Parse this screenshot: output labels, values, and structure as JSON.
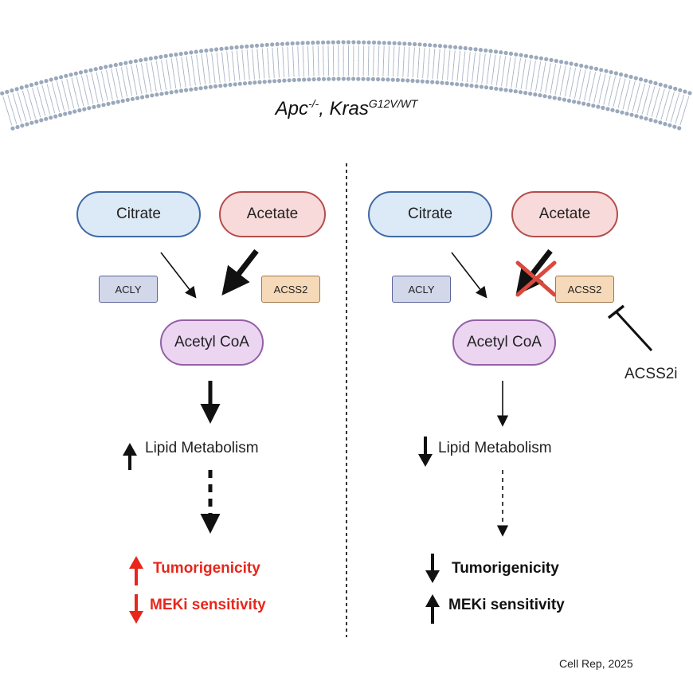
{
  "title": {
    "genotype_apc": "Apc",
    "apc_superscript": "-/-",
    "separator": ", ",
    "genotype_kras": "Kras",
    "kras_superscript": "G12V/WT"
  },
  "left_panel": {
    "citrate": "Citrate",
    "acetate": "Acetate",
    "acly": "ACLY",
    "acss2": "ACSS2",
    "acetyl_coa": "Acetyl CoA",
    "lipid": "Lipid Metabolism",
    "lipid_direction": "up",
    "outcome_1": "Tumorigenicity",
    "outcome_1_direction": "up",
    "outcome_2": "MEKi sensitivity",
    "outcome_2_direction": "down",
    "outcome_color": "#e8261b"
  },
  "right_panel": {
    "citrate": "Citrate",
    "acetate": "Acetate",
    "acly": "ACLY",
    "acss2": "ACSS2",
    "acetyl_coa": "Acetyl CoA",
    "inhibitor": "ACSS2i",
    "lipid": "Lipid Metabolism",
    "lipid_direction": "down",
    "outcome_1": "Tumorigenicity",
    "outcome_1_direction": "down",
    "outcome_2": "MEKi sensitivity",
    "outcome_2_direction": "up",
    "outcome_color": "#111111",
    "block_mark_color": "#d9493c"
  },
  "citation": "Cell Rep, 2025",
  "colors": {
    "membrane": "#aab6c6",
    "membrane_heads": "#9aa8bb",
    "citrate_fill": "#dce9f6",
    "acetate_fill": "#f8dada",
    "acetyl_coa_fill": "#ecd5f1",
    "acly_fill": "#d2d7ea",
    "acss2_fill": "#f5d9b8"
  }
}
